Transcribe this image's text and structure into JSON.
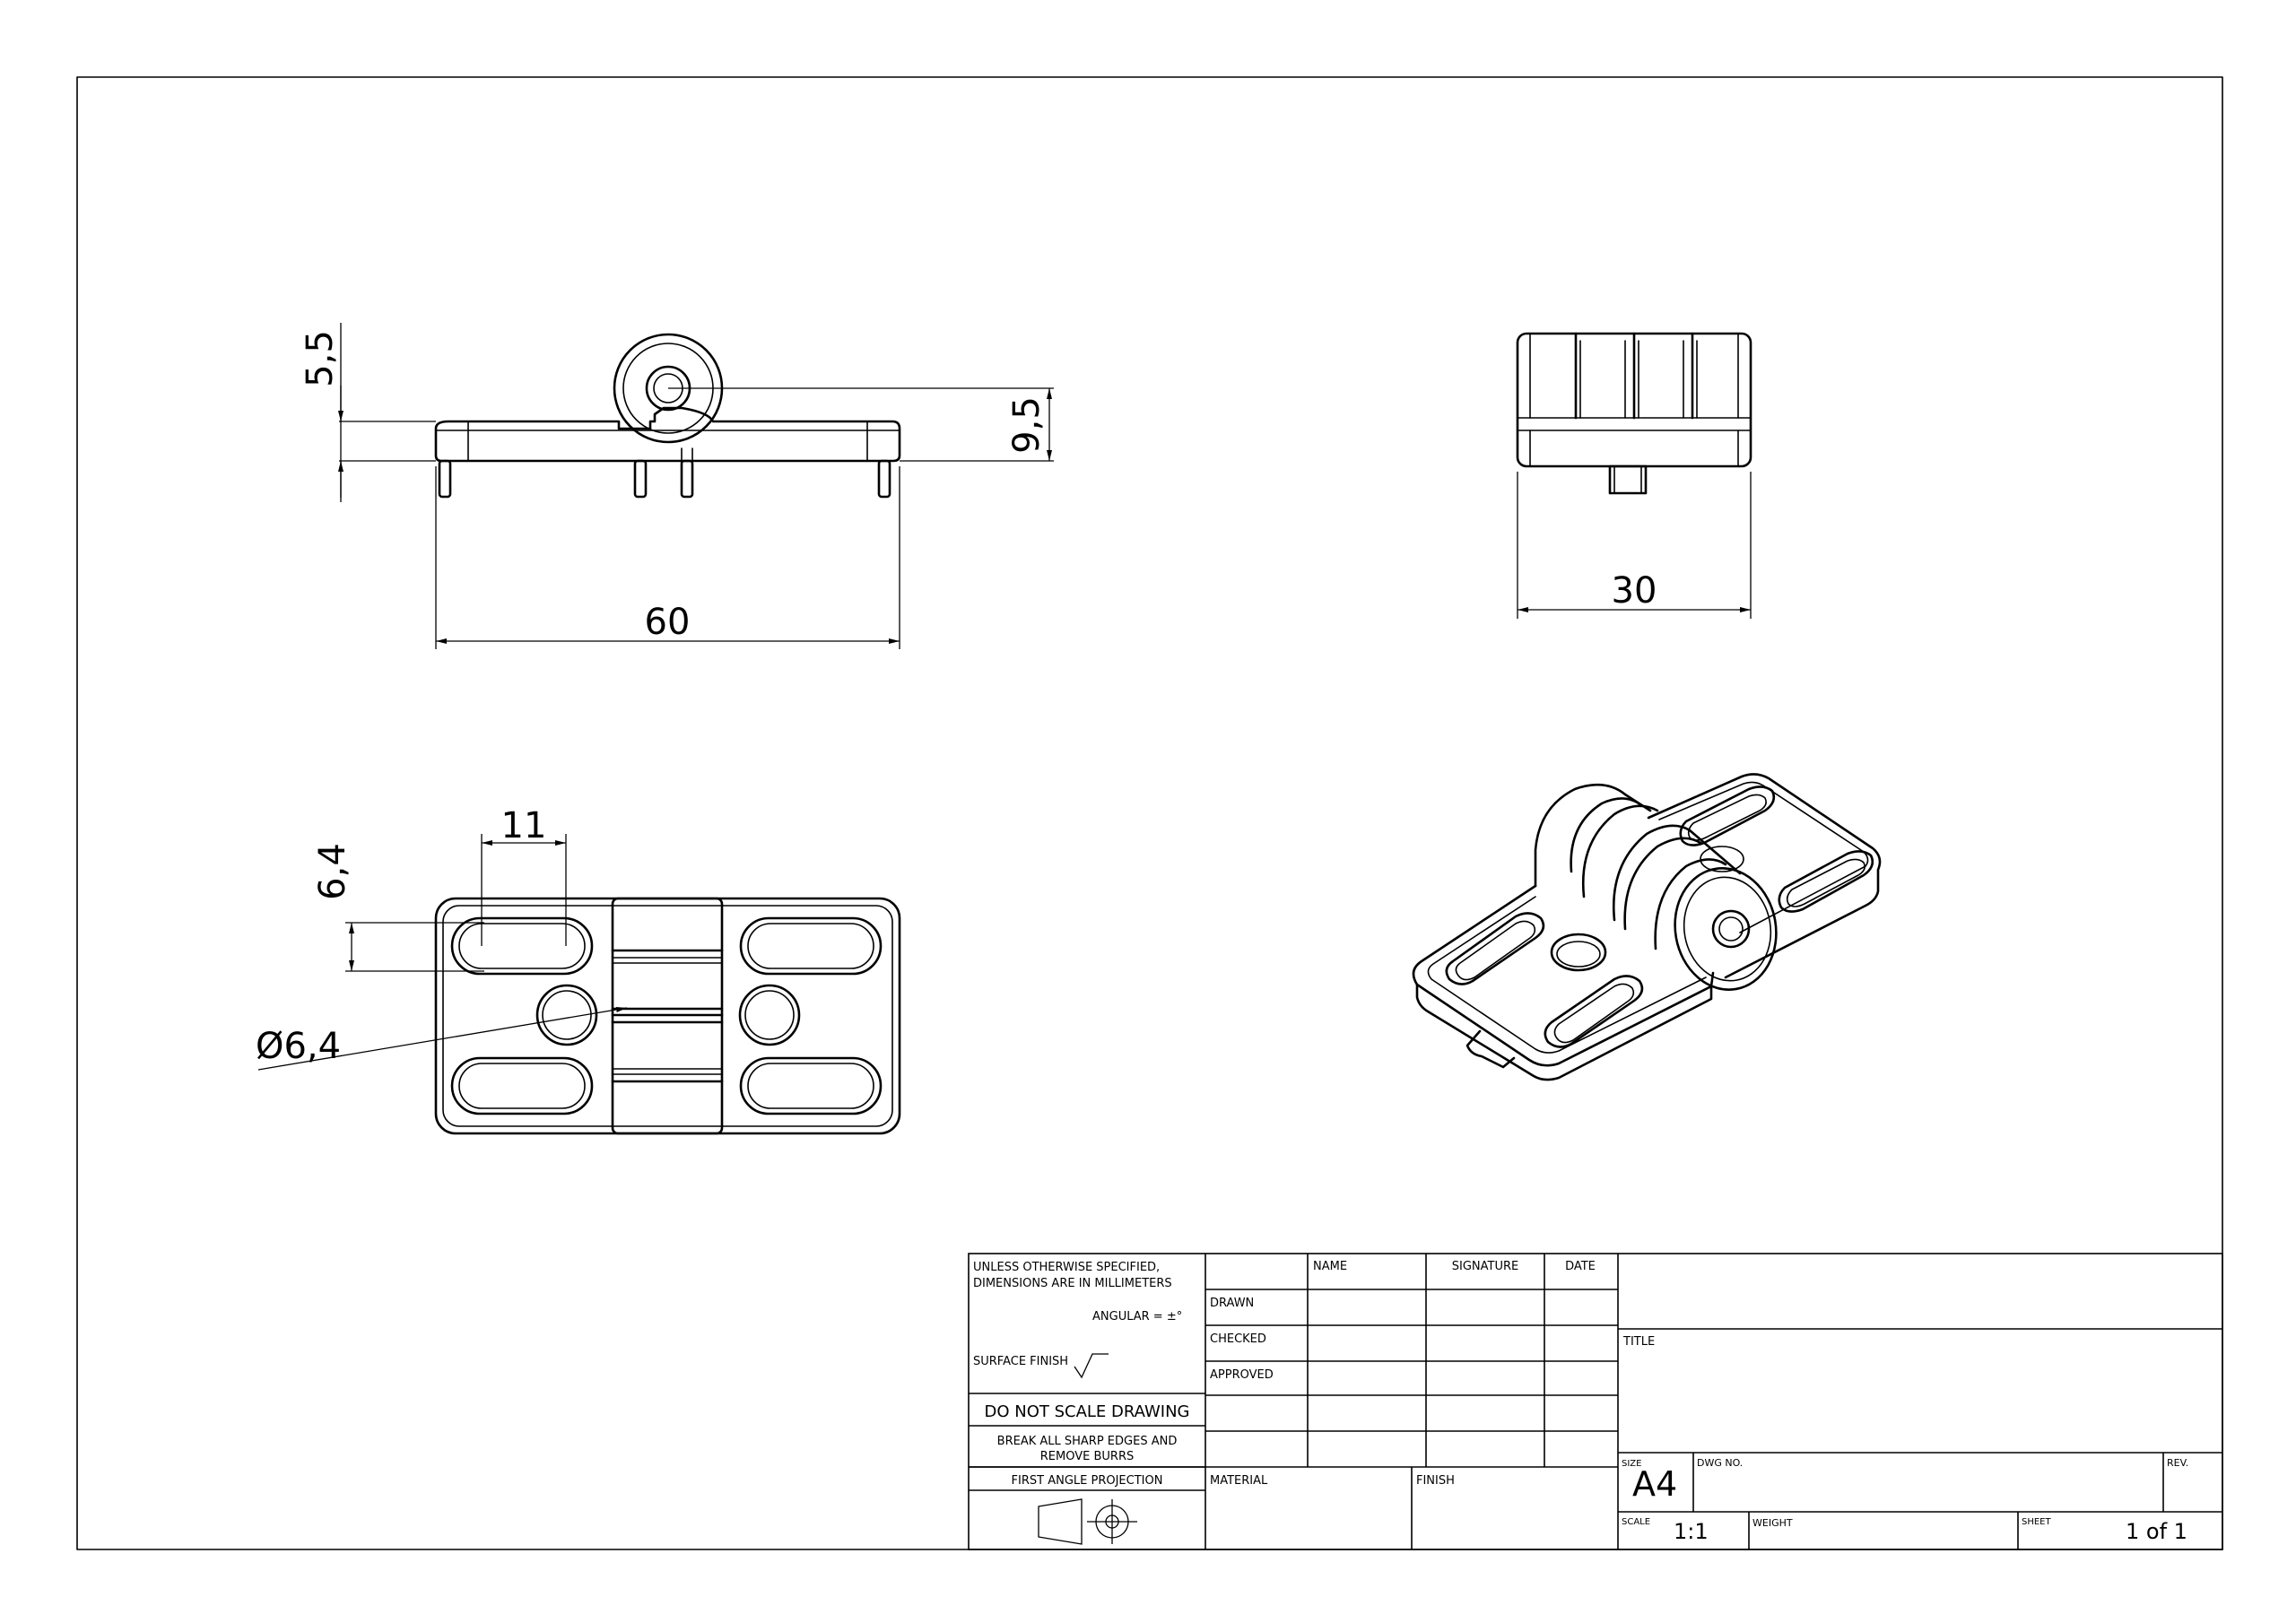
{
  "dimensions": {
    "front_height_small": "5,5",
    "front_height_large": "9,5",
    "front_width": "60",
    "side_width": "30",
    "top_slot_length": "11",
    "top_slot_width": "6,4",
    "top_hole_diameter": "Ø6,4"
  },
  "title_block": {
    "tolerance_note_line1": "UNLESS OTHERWISE SPECIFIED,",
    "tolerance_note_line2": "DIMENSIONS ARE IN MILLIMETERS",
    "angular": "ANGULAR = ±°",
    "surface_finish": "SURFACE FINISH",
    "do_not_scale": "DO NOT SCALE DRAWING",
    "break_edges_line1": "BREAK ALL SHARP EDGES AND",
    "break_edges_line2": "REMOVE BURRS",
    "projection": "FIRST ANGLE PROJECTION",
    "col_name": "NAME",
    "col_signature": "SIGNATURE",
    "col_date": "DATE",
    "row_drawn": "DRAWN",
    "row_checked": "CHECKED",
    "row_approved": "APPROVED",
    "material": "MATERIAL",
    "finish": "FINISH",
    "title": "TITLE",
    "size_label": "SIZE",
    "size_value": "A4",
    "dwg_no": "DWG NO.",
    "rev": "REV.",
    "scale_label": "SCALE",
    "scale_value": "1:1",
    "weight": "WEIGHT",
    "sheet_label": "SHEET",
    "sheet_value": "1 of 1"
  }
}
